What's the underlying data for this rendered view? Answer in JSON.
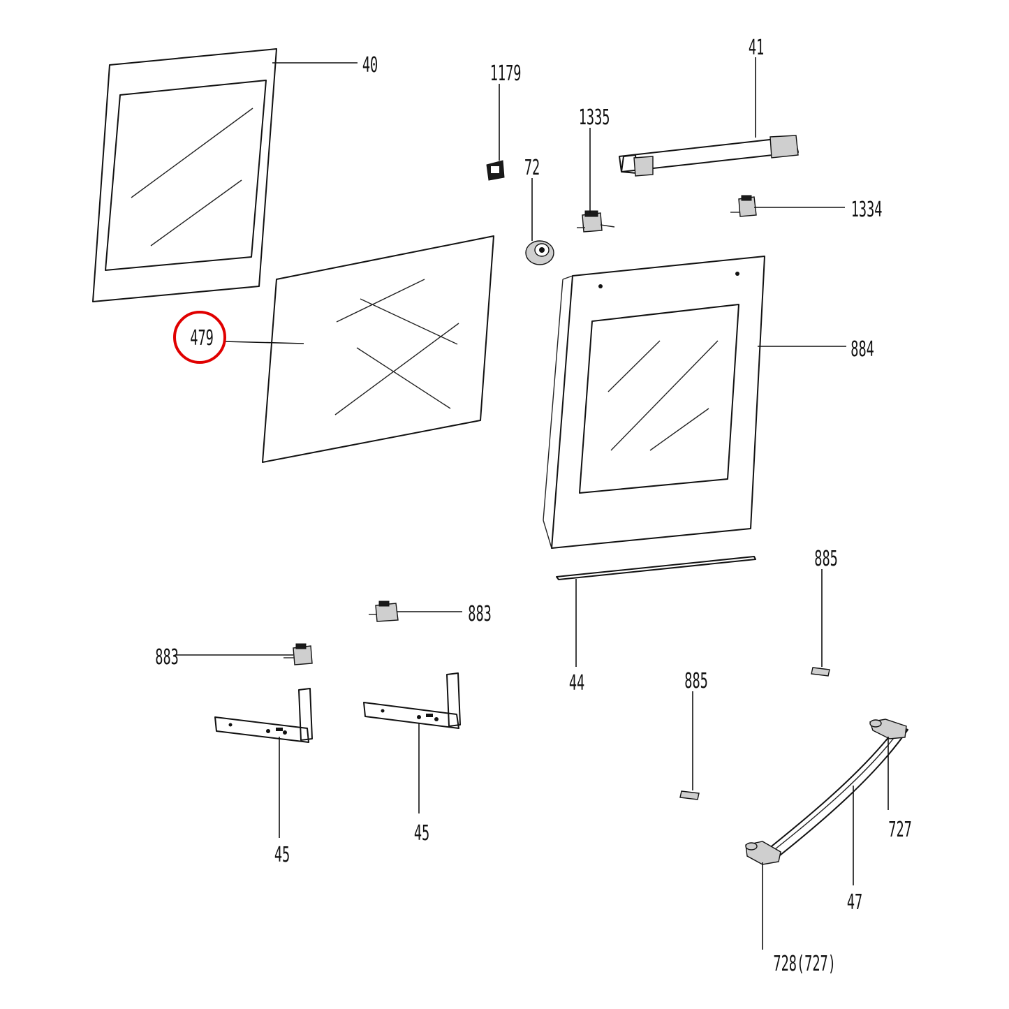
{
  "labels": {
    "p40": "40",
    "p41": "41",
    "p1179": "1179",
    "p72": "72",
    "p1335": "1335",
    "p1334": "1334",
    "p479": "479",
    "p884": "884",
    "p885a": "885",
    "p885b": "885",
    "p883a": "883",
    "p883b": "883",
    "p44": "44",
    "p45a": "45",
    "p45b": "45",
    "p727": "727",
    "p47": "47",
    "p728": "728(727)"
  },
  "highlight": {
    "part": "479",
    "color": "#e00000"
  },
  "colors": {
    "line": "#111111",
    "background": "#ffffff"
  }
}
